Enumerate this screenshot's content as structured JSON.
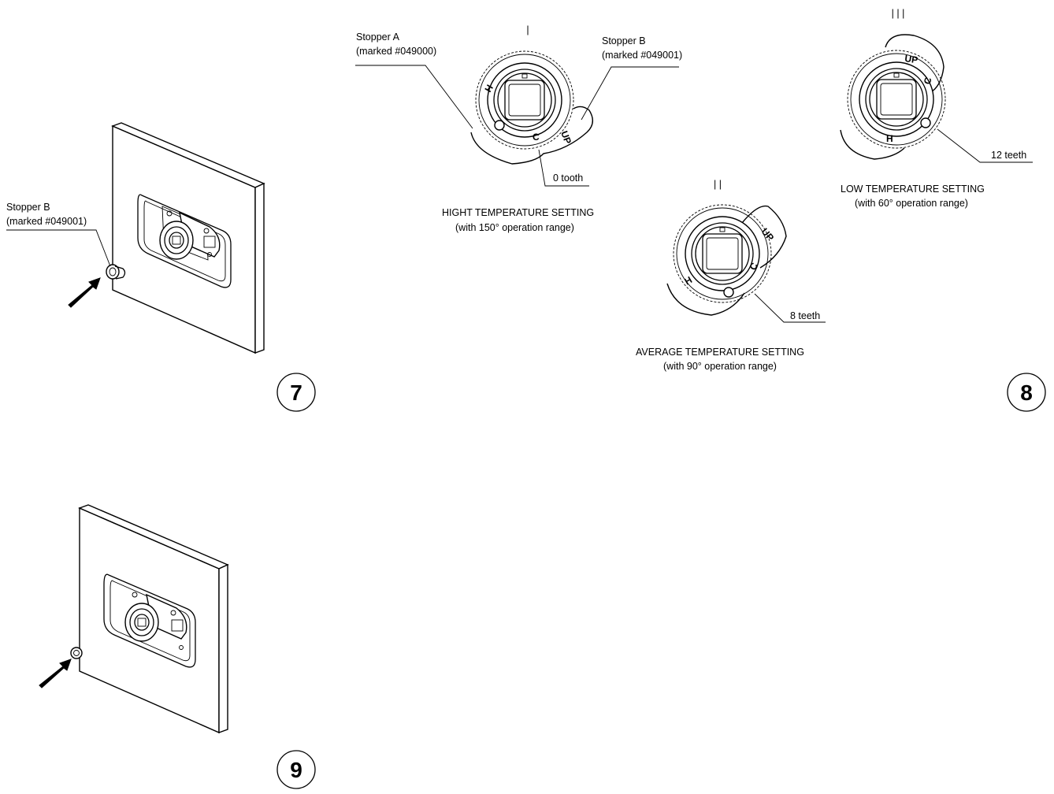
{
  "steps": {
    "step7": "7",
    "step8": "8",
    "step9": "9"
  },
  "callouts": {
    "panel7_stopper_b_line1": "Stopper B",
    "panel7_stopper_b_line2": "(marked #049001)",
    "stopper_a_line1": "Stopper A",
    "stopper_a_line2": "(marked #049000)",
    "stopper_b_line1": "Stopper B",
    "stopper_b_line2": "(marked #049001)",
    "zero_tooth": "0 tooth",
    "eight_teeth": "8 teeth",
    "twelve_teeth": "12 teeth"
  },
  "settings": {
    "high": {
      "marker": "|",
      "title": "HIGHT TEMPERATURE SETTING",
      "subtitle": "(with 150° operation range)"
    },
    "average": {
      "marker": "| |",
      "title": "AVERAGE TEMPERATURE SETTING",
      "subtitle": "(with 90° operation range)"
    },
    "low": {
      "marker": "| | |",
      "title": "LOW TEMPERATURE SETTING",
      "subtitle": "(with 60° operation range)"
    }
  },
  "dial_marks": {
    "up": "UP",
    "hot": "H",
    "cold": "C"
  }
}
